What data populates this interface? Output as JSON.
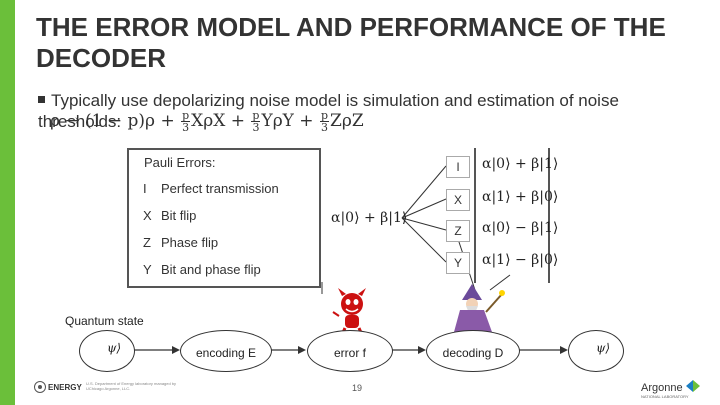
{
  "title": "THE ERROR MODEL AND PERFORMANCE OF THE DECODER",
  "bullet": "Typically use depolarizing noise model is simulation and estimation of noise thresholds:",
  "formula": {
    "lhs": "ρ → (1 − p)ρ +",
    "term1": "XρX +",
    "term2": "YρY +",
    "term3": "ZρZ",
    "frac_num": "p",
    "frac_den": "3"
  },
  "pauli": {
    "title": "Pauli Errors:",
    "items": [
      {
        "key": "I",
        "label": "Perfect transmission"
      },
      {
        "key": "X",
        "label": "Bit flip"
      },
      {
        "key": "Z",
        "label": "Phase flip"
      },
      {
        "key": "Y",
        "label": "Bit and phase flip"
      }
    ]
  },
  "input_state": "α|0⟩ + β|1⟩",
  "ops": [
    "I",
    "X",
    "Z",
    "Y"
  ],
  "outputs": [
    "α|0⟩ + β|1⟩",
    "α|1⟩ + β|0⟩",
    "α|0⟩ − β|1⟩",
    "α|1⟩ − β|0⟩"
  ],
  "pipeline": {
    "quantum_state_label": "Quantum state",
    "psi": "ψ⟩",
    "encoding": "encoding E",
    "error": "error f",
    "decoding": "decoding D"
  },
  "footer": {
    "page": "19",
    "doe": "ENERGY",
    "doe_small": "U.S. Department of Energy laboratory managed by UChicago Argonne, LLC.",
    "argonne": "Argonne",
    "argonne_sub": "NATIONAL LABORATORY"
  },
  "colors": {
    "accent_bar": "#6bbf3a",
    "devil": "#cc1111",
    "wizard_robe": "#8a5aa8"
  }
}
